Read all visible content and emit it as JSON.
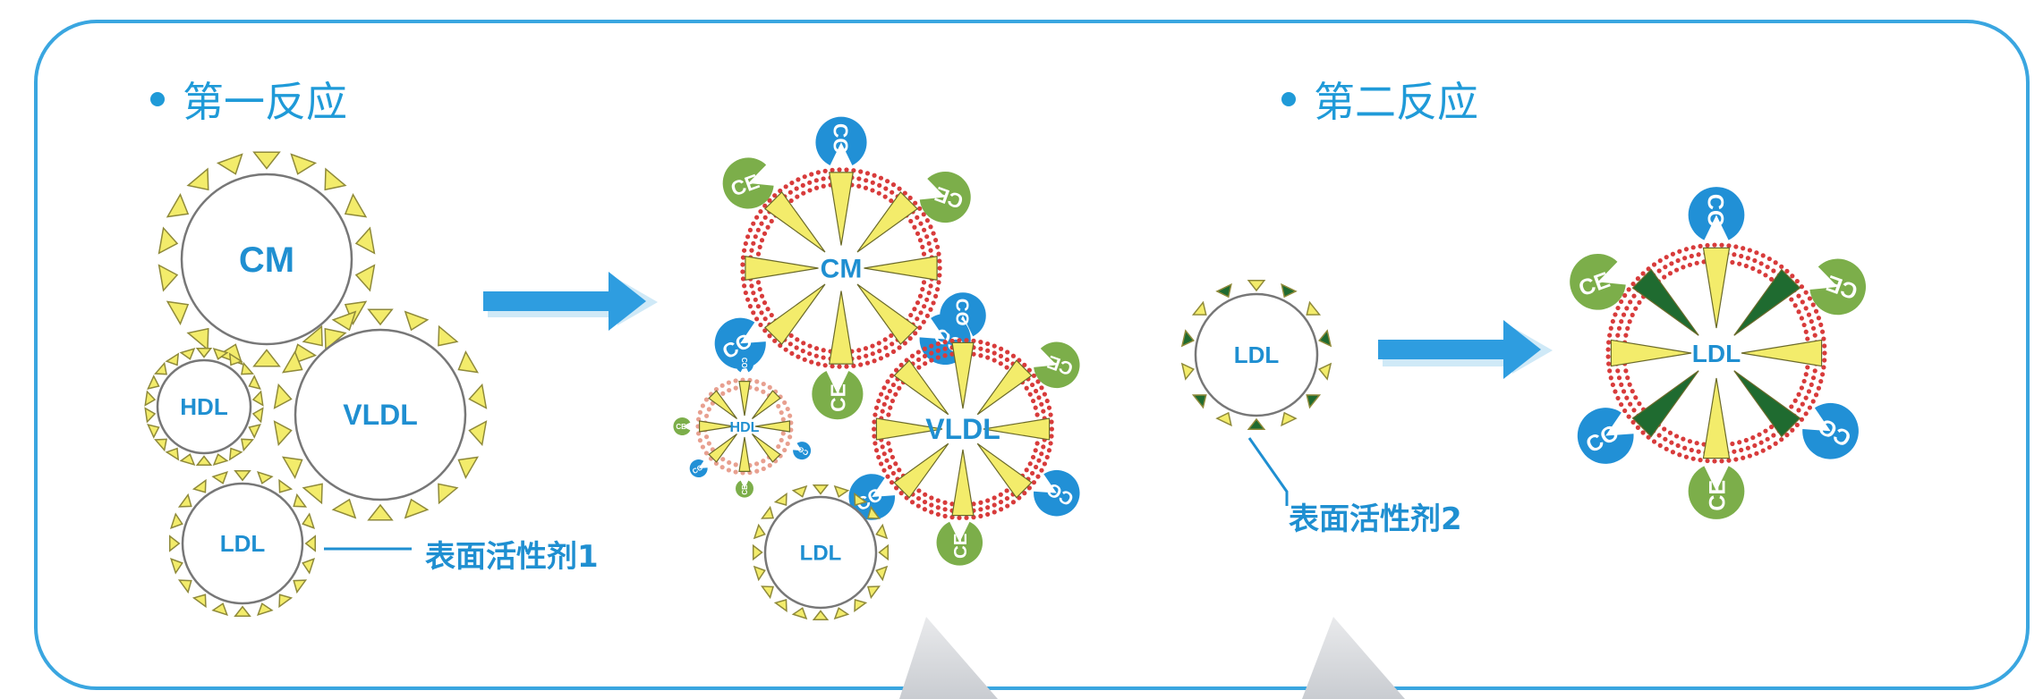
{
  "reaction1": {
    "title": "第一反应"
  },
  "reaction2": {
    "title": "第二反应"
  },
  "particles": {
    "cm": "CM",
    "hdl": "HDL",
    "vldl": "VLDL",
    "ldl": "LDL"
  },
  "surfactant1": "表面活性剂1",
  "surfactant2": "表面活性剂2",
  "enzyme_labels": {
    "ce": "CE",
    "co": "CO"
  },
  "colors": {
    "border": "#3aa6e0",
    "text_blue": "#1f8fd1",
    "triangle_yellow": "#f3ec6b",
    "triangle_green": "#1f6b30",
    "micelle_red": "#d83b3b",
    "enzyme_green": "#7cae4a",
    "enzyme_blue": "#2190d6",
    "arrow_blue": "#2e9de0"
  }
}
